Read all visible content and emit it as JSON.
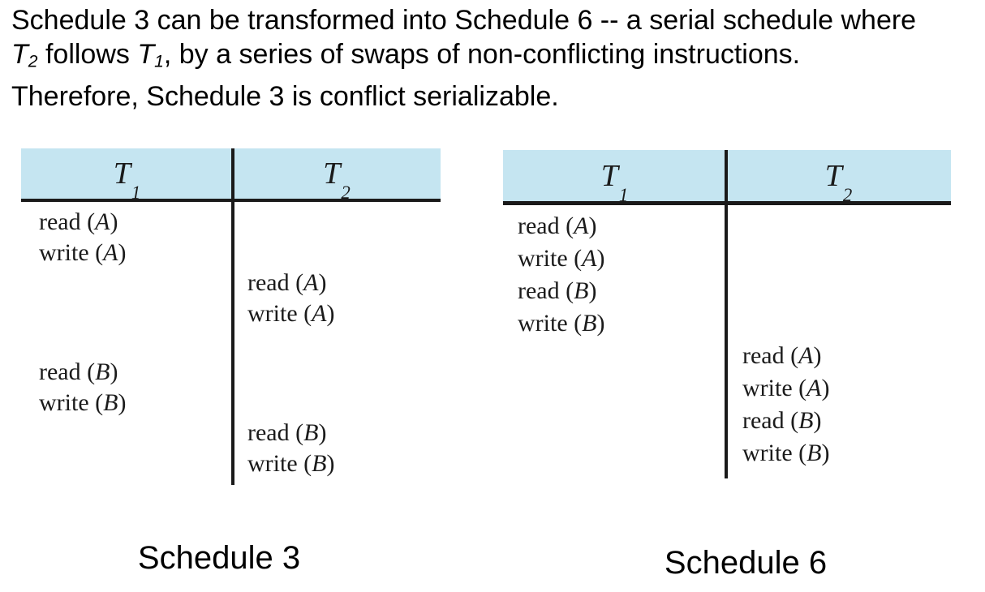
{
  "colors": {
    "header_fill": "#c5e5f1",
    "rule": "#1a1a1a",
    "text": "#000000",
    "table_text": "#1b1b1b"
  },
  "format": {
    "open_paren": "(",
    "close_paren": ")"
  },
  "intro": {
    "lines": [
      {
        "segments": [
          {
            "text": "Schedule 3 can be transformed into Schedule 6 -- a serial schedule where",
            "style": "plain"
          }
        ]
      },
      {
        "segments": [
          {
            "text": "T",
            "style": "italic"
          },
          {
            "text": "2",
            "style": "subscript"
          },
          {
            "text": " follows ",
            "style": "plain"
          },
          {
            "text": "T",
            "style": "italic"
          },
          {
            "text": "1",
            "style": "subscript"
          },
          {
            "text": ", by a series of swaps of non-conflicting instructions.",
            "style": "plain"
          }
        ]
      },
      {
        "segments": [
          {
            "text": "Therefore, Schedule 3 is conflict serializable.",
            "style": "plain"
          }
        ]
      }
    ]
  },
  "schedules": [
    {
      "name": "schedule-3",
      "caption": "Schedule 3",
      "headers": [
        {
          "base": "T",
          "sub": "1"
        },
        {
          "base": "T",
          "sub": "2"
        }
      ],
      "rows": [
        {
          "col": 0,
          "op": "read",
          "arg": "A",
          "gap_before": false
        },
        {
          "col": 0,
          "op": "write",
          "arg": "A",
          "gap_before": false
        },
        {
          "col": 1,
          "op": "read",
          "arg": "A",
          "gap_before": false
        },
        {
          "col": 1,
          "op": "write",
          "arg": "A",
          "gap_before": false
        },
        {
          "col": 0,
          "op": "read",
          "arg": "B",
          "gap_before": true
        },
        {
          "col": 0,
          "op": "write",
          "arg": "B",
          "gap_before": false
        },
        {
          "col": 1,
          "op": "read",
          "arg": "B",
          "gap_before": false
        },
        {
          "col": 1,
          "op": "write",
          "arg": "B",
          "gap_before": false
        }
      ]
    },
    {
      "name": "schedule-6",
      "caption": "Schedule 6",
      "headers": [
        {
          "base": "T",
          "sub": "1"
        },
        {
          "base": "T",
          "sub": "2"
        }
      ],
      "rows": [
        {
          "col": 0,
          "op": "read",
          "arg": "A",
          "gap_before": false
        },
        {
          "col": 0,
          "op": "write",
          "arg": "A",
          "gap_before": false
        },
        {
          "col": 0,
          "op": "read",
          "arg": "B",
          "gap_before": false
        },
        {
          "col": 0,
          "op": "write",
          "arg": "B",
          "gap_before": false
        },
        {
          "col": 1,
          "op": "read",
          "arg": "A",
          "gap_before": false
        },
        {
          "col": 1,
          "op": "write",
          "arg": "A",
          "gap_before": false
        },
        {
          "col": 1,
          "op": "read",
          "arg": "B",
          "gap_before": false
        },
        {
          "col": 1,
          "op": "write",
          "arg": "B",
          "gap_before": false
        }
      ]
    }
  ]
}
